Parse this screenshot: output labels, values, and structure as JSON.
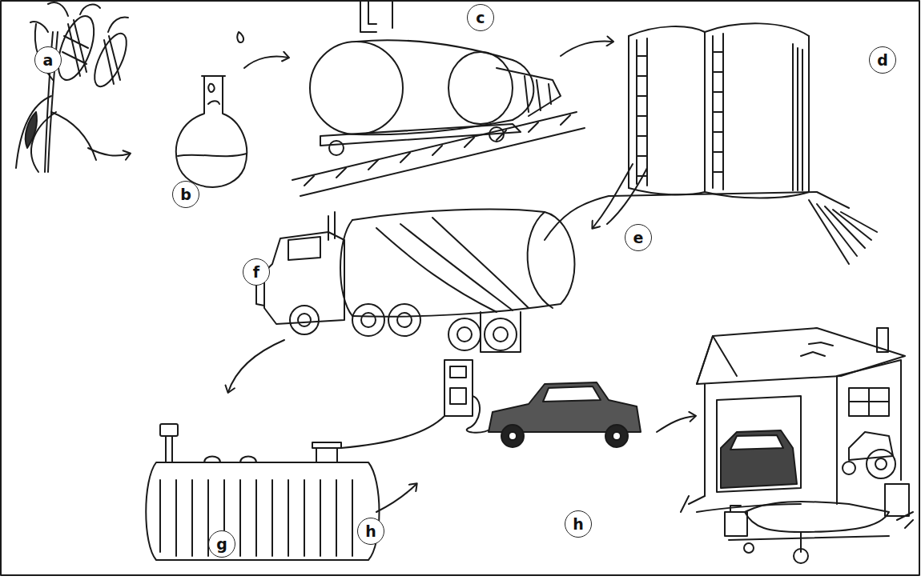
{
  "diagram": {
    "labels": [
      "a",
      "b",
      "c",
      "d",
      "e",
      "f",
      "g",
      "h",
      "h"
    ]
  }
}
